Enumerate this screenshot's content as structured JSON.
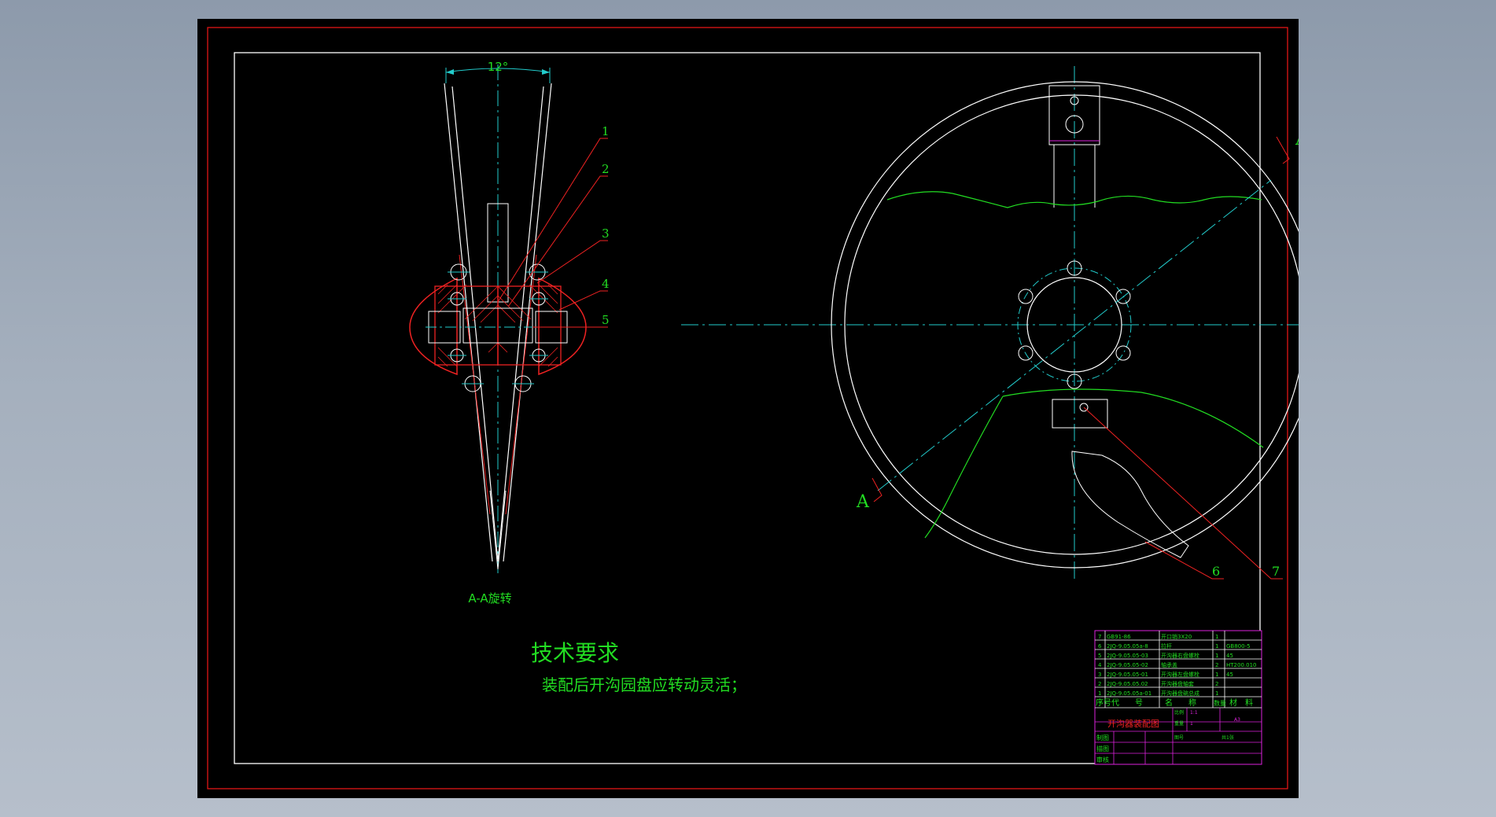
{
  "drawing": {
    "section_label": "A-A旋转",
    "angle_dimension": "12°",
    "section_marker": "A",
    "balloons": [
      "1",
      "2",
      "3",
      "4",
      "5",
      "6",
      "7"
    ],
    "tech_title": "技术要求",
    "tech_note": "装配后开沟园盘应转动灵活；"
  },
  "title_block": {
    "drawing_name": "开沟器装配图",
    "header": {
      "seq": "序号",
      "code": "代　　号",
      "name": "名　　称",
      "qty": "数量",
      "material": "材　料"
    },
    "parts": [
      {
        "seq": "7",
        "code": "GB91-86",
        "name": "开口销3X20",
        "qty": "1",
        "material": ""
      },
      {
        "seq": "6",
        "code": "2JQ-9.05.05a-8",
        "name": "拉杆",
        "qty": "1",
        "material": "GB800-5"
      },
      {
        "seq": "5",
        "code": "2JQ-9.05.05-03",
        "name": "开沟器右盘螺栓",
        "qty": "1",
        "material": "45"
      },
      {
        "seq": "4",
        "code": "2JQ-9.05.05-02",
        "name": "轴承盖",
        "qty": "2",
        "material": "HT200.010"
      },
      {
        "seq": "3",
        "code": "2JQ-9.05.05-01",
        "name": "开沟器左盘螺栓",
        "qty": "1",
        "material": "45"
      },
      {
        "seq": "2",
        "code": "2JQ-9.05.05.02",
        "name": "开沟器盘轴套",
        "qty": "2",
        "material": ""
      },
      {
        "seq": "1",
        "code": "2JQ-9.05.05a-01",
        "name": "开沟器盘碗总成",
        "qty": "1",
        "material": ""
      }
    ],
    "sign_rows": [
      "制图",
      "描图",
      "审核"
    ],
    "info_labels": {
      "scale": "比例",
      "scale_value": "1:1",
      "weight": "重量",
      "weight_value": "1",
      "sheet": "图号",
      "sheet_value": "",
      "material": "共1张",
      "code_value": "A3"
    }
  },
  "colors": {
    "background": "#000000",
    "border_red": "#e01515",
    "white": "#ffffff",
    "green": "#22dd22",
    "cyan": "#22cccc",
    "magenta": "#dd22dd",
    "red": "#ee2222"
  }
}
